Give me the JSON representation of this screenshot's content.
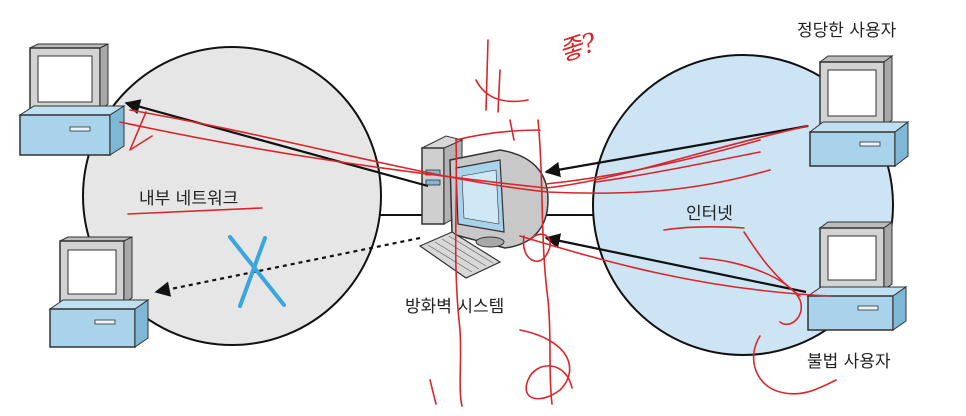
{
  "labels": {
    "internal_network": "내부 네트워크",
    "internet": "인터넷",
    "firewall_system": "방화벽 시스템",
    "legitimate_user": "정당한 사용자",
    "illegal_user": "불법 사용자"
  },
  "handwriting": {
    "top_note": "좋?"
  },
  "colors": {
    "internal_circle": "#e6e6e6",
    "internet_circle": "#cde4f4",
    "computer_blue": "#a9d3ea",
    "computer_gray": "#d3d3d3",
    "pen_red": "#d9262b",
    "block_blue": "#3aa6dd"
  }
}
